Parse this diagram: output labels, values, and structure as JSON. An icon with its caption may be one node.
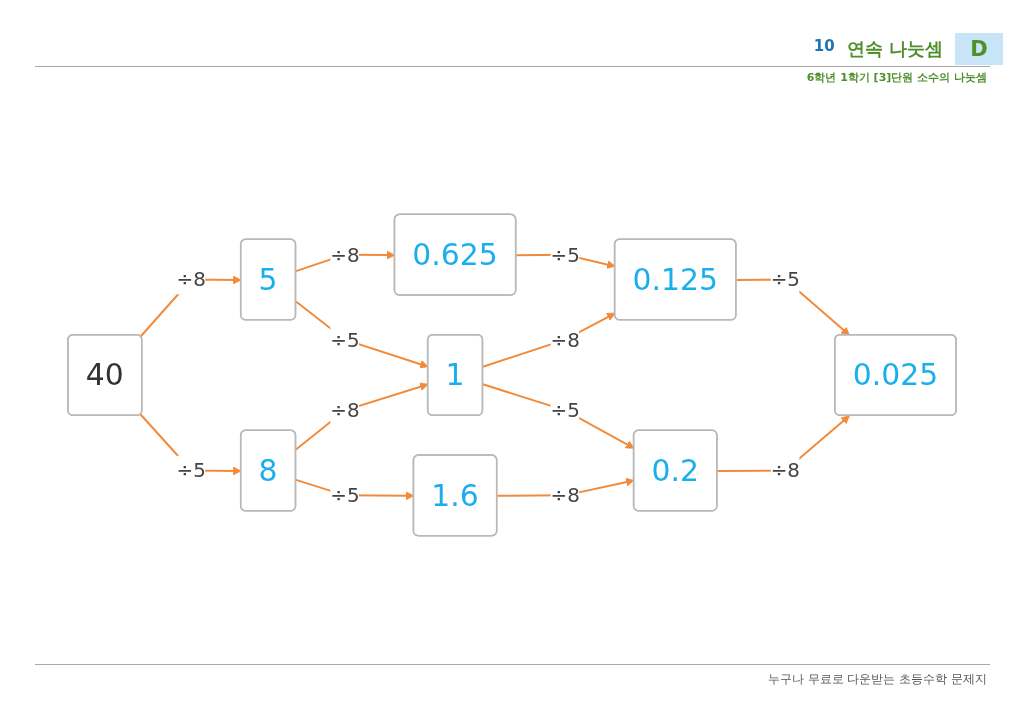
{
  "diagram": {
    "title": "연속 나눗셈",
    "nodes": [
      {
        "text": [
          "40"
        ]
      },
      {
        "text": [
          "5"
        ]
      },
      {
        "text": [
          "0.625"
        ]
      },
      {
        "text": [
          "8"
        ]
      },
      {
        "text": [
          "1"
        ]
      },
      {
        "text": [
          "0.125"
        ]
      },
      {
        "text": [
          "1.6"
        ]
      },
      {
        "text": [
          "0.2"
        ]
      },
      {
        "text": [
          "0.025"
        ]
      }
    ],
    "edges": [
      {
        "from": 0,
        "to": 1,
        "arrow": "to",
        "label": "÷8"
      },
      {
        "from": 1,
        "to": 2,
        "arrow": "to",
        "label": "÷8"
      },
      {
        "from": 0,
        "to": 3,
        "arrow": "to",
        "label": "÷5"
      },
      {
        "from": 1,
        "to": 4,
        "arrow": "to",
        "label": "÷5"
      },
      {
        "from": 2,
        "to": 5,
        "arrow": "to",
        "label": "÷5"
      },
      {
        "from": 3,
        "to": 4,
        "arrow": "to",
        "label": "÷8"
      },
      {
        "from": 4,
        "to": 5,
        "arrow": "to",
        "label": "÷8"
      },
      {
        "from": 3,
        "to": 6,
        "arrow": "to",
        "label": "÷5"
      },
      {
        "from": 4,
        "to": 7,
        "arrow": "to",
        "label": "÷5"
      },
      {
        "from": 5,
        "to": 8,
        "arrow": "to",
        "label": "÷5"
      },
      {
        "from": 6,
        "to": 7,
        "arrow": "to",
        "label": "÷8"
      },
      {
        "from": 7,
        "to": 8,
        "arrow": "to",
        "label": "÷8"
      }
    ],
    "labels": [
      "10",
      "D",
      "6학년 1학기 [3]단원 소수의 나눗셈",
      "누구나 무료로 다운받는 초등수학 문제지"
    ]
  }
}
